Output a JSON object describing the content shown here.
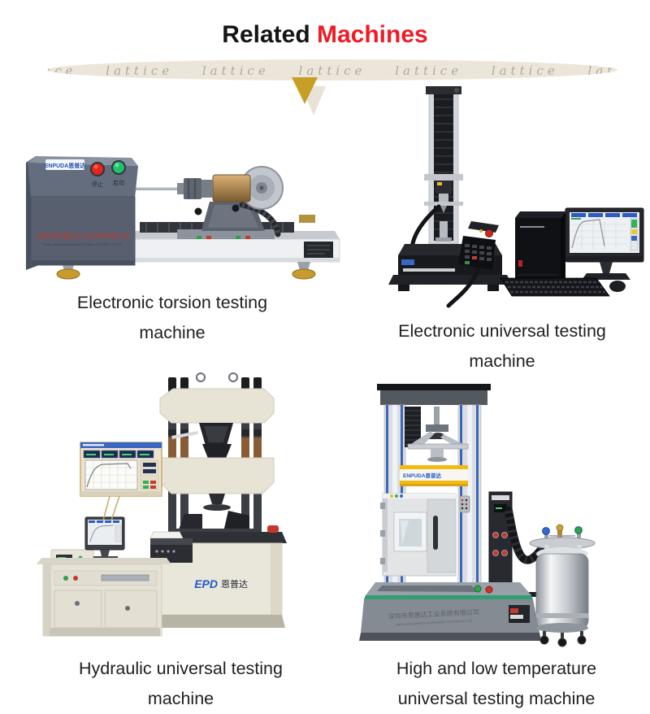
{
  "theme": {
    "accent_color": "#ee1c25",
    "gold_color": "#c79f27",
    "beige_color": "#e9e2d6",
    "divider_bg": "#ece6da",
    "divider_text_color": "#a69d8f",
    "caption_color": "#202020"
  },
  "header": {
    "title_part1": "Related ",
    "title_part2": "Machines"
  },
  "divider": {
    "watermark": "lattice lattice lattice lattice lattice lattice lattice"
  },
  "brand": {
    "logo_text": "ENPUDA恩普达",
    "epd_logo": "EPD",
    "epd_logo_cn": "恩普达",
    "stop_label": "停止",
    "start_label": "启动",
    "company_cn": "深圳市恩普达工业系统有限公司",
    "company_en_industrial": "SHEN ZHEN ENPUDA INDUSTRIAL SYSTEMS CO.,LTD",
    "company_en_instrument": "SHEN ZHEN ENPUDA INSTRUMENT SYSTEMS CO.,LTD"
  },
  "products": [
    {
      "name": "Electronic torsion testing machine",
      "caption_line1": "Electronic torsion testing",
      "caption_line2": "machine"
    },
    {
      "name": "Electronic universal testing machine",
      "caption_line1": "Electronic universal testing",
      "caption_line2": "machine"
    },
    {
      "name": "Hydraulic universal testing machine",
      "caption_line1": "Hydraulic universal testing",
      "caption_line2": "machine"
    },
    {
      "name": "High and low temperature universal testing machine",
      "caption_line1": "High and low temperature",
      "caption_line2": "universal testing machine"
    }
  ]
}
